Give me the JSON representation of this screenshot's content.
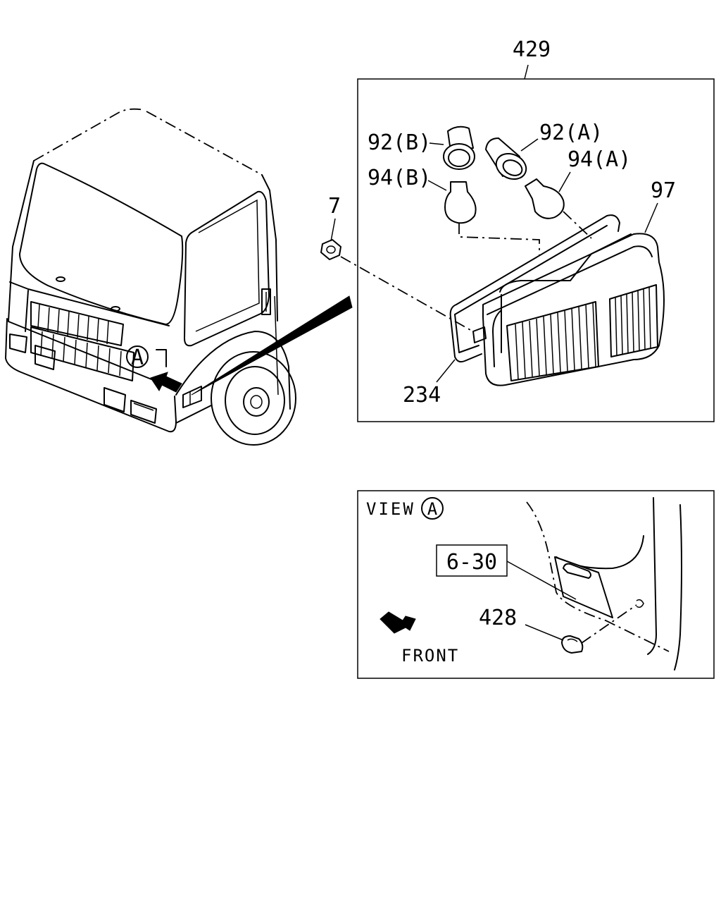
{
  "callouts": {
    "assembly": "429",
    "socket_b": "92(B)",
    "socket_a": "92(A)",
    "bulb_b": "94(B)",
    "bulb_a": "94(A)",
    "lens": "97",
    "nut": "7",
    "gasket": "234",
    "grommet": "428",
    "view_marker": "A"
  },
  "view_box": {
    "title": "VIEW",
    "marker": "A",
    "reference": "6-30",
    "front_label": "FRONT"
  },
  "icons": [
    "front-arrow-icon",
    "view-marker-icon"
  ]
}
